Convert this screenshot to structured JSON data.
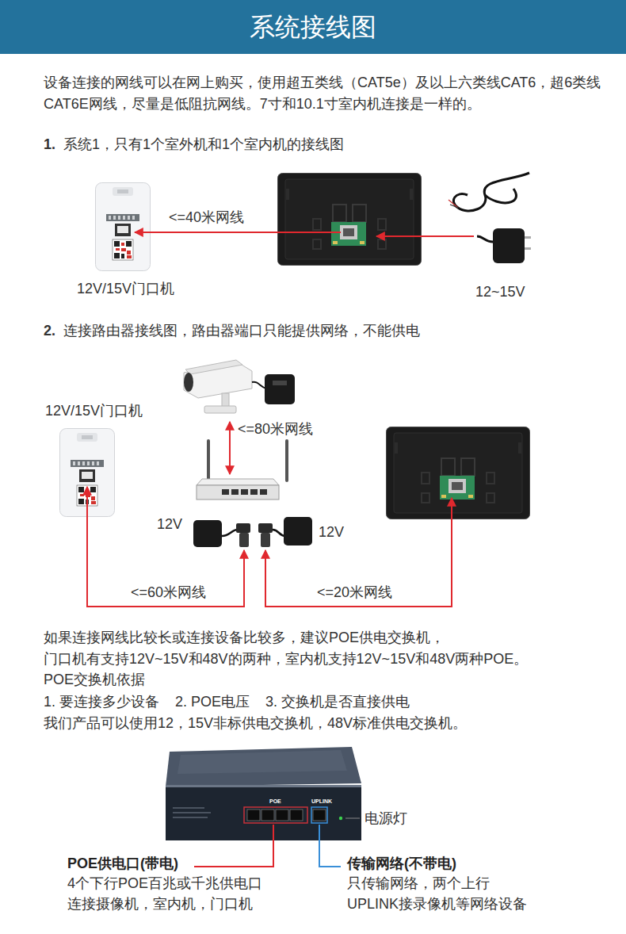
{
  "diagram": {
    "title": "系统接线图",
    "labels": [
      "设备连接的网线可以在网上购买，使用超五类线（CAT5e）及以上六类线CAT6，超6类线",
      "CAT6E网线，尽量是低阻抗网线。7寸和10.1寸室内机连接是一样的。",
      "1.",
      "系统1，只有1个室外机和1个室内机的接线图",
      "<=40米网线",
      "12V/15V门口机",
      "12~15V",
      "2.",
      "连接路由器接线图，路由器端口只能提供网络，不能供电",
      "12V/15V门口机",
      "<=80米网线",
      "12V",
      "12V",
      "<=60米网线",
      "<=20米网线",
      "如果连接网线比较长或连接设备比较多，建议POE供电交换机，",
      "门口机有支持12V~15V和48V的两种，室内机支持12V~15V和48V两种POE。",
      "POE交换机依据",
      "1. 要连接多少设备    2. POE电压    3. 交换机是否直接供电",
      "我们产品可以使用12，15V非标供电交换机，48V标准供电交换机。",
      "POE",
      "UPLINK",
      "电源灯",
      "POE供电口(带电)",
      "4个下行POE百兆或千兆供电口",
      "连接摄像机，室内机，门口机",
      "传输网络(不带电)",
      "只传输网络，两个上行",
      "UPLINK接录像机等网络设备"
    ]
  }
}
